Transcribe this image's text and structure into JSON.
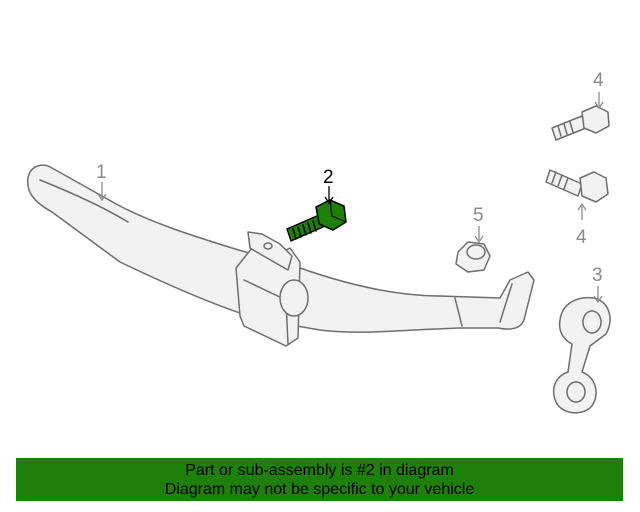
{
  "callouts": {
    "c1": "1",
    "c2": "2",
    "c3": "3",
    "c4_top": "4",
    "c4_bottom": "4",
    "c5": "5"
  },
  "highlight_color": "#1e7f0a",
  "banner": {
    "line1": "Part or sub-assembly is #2 in diagram",
    "line2": "Diagram may not be specific to your vehicle"
  }
}
